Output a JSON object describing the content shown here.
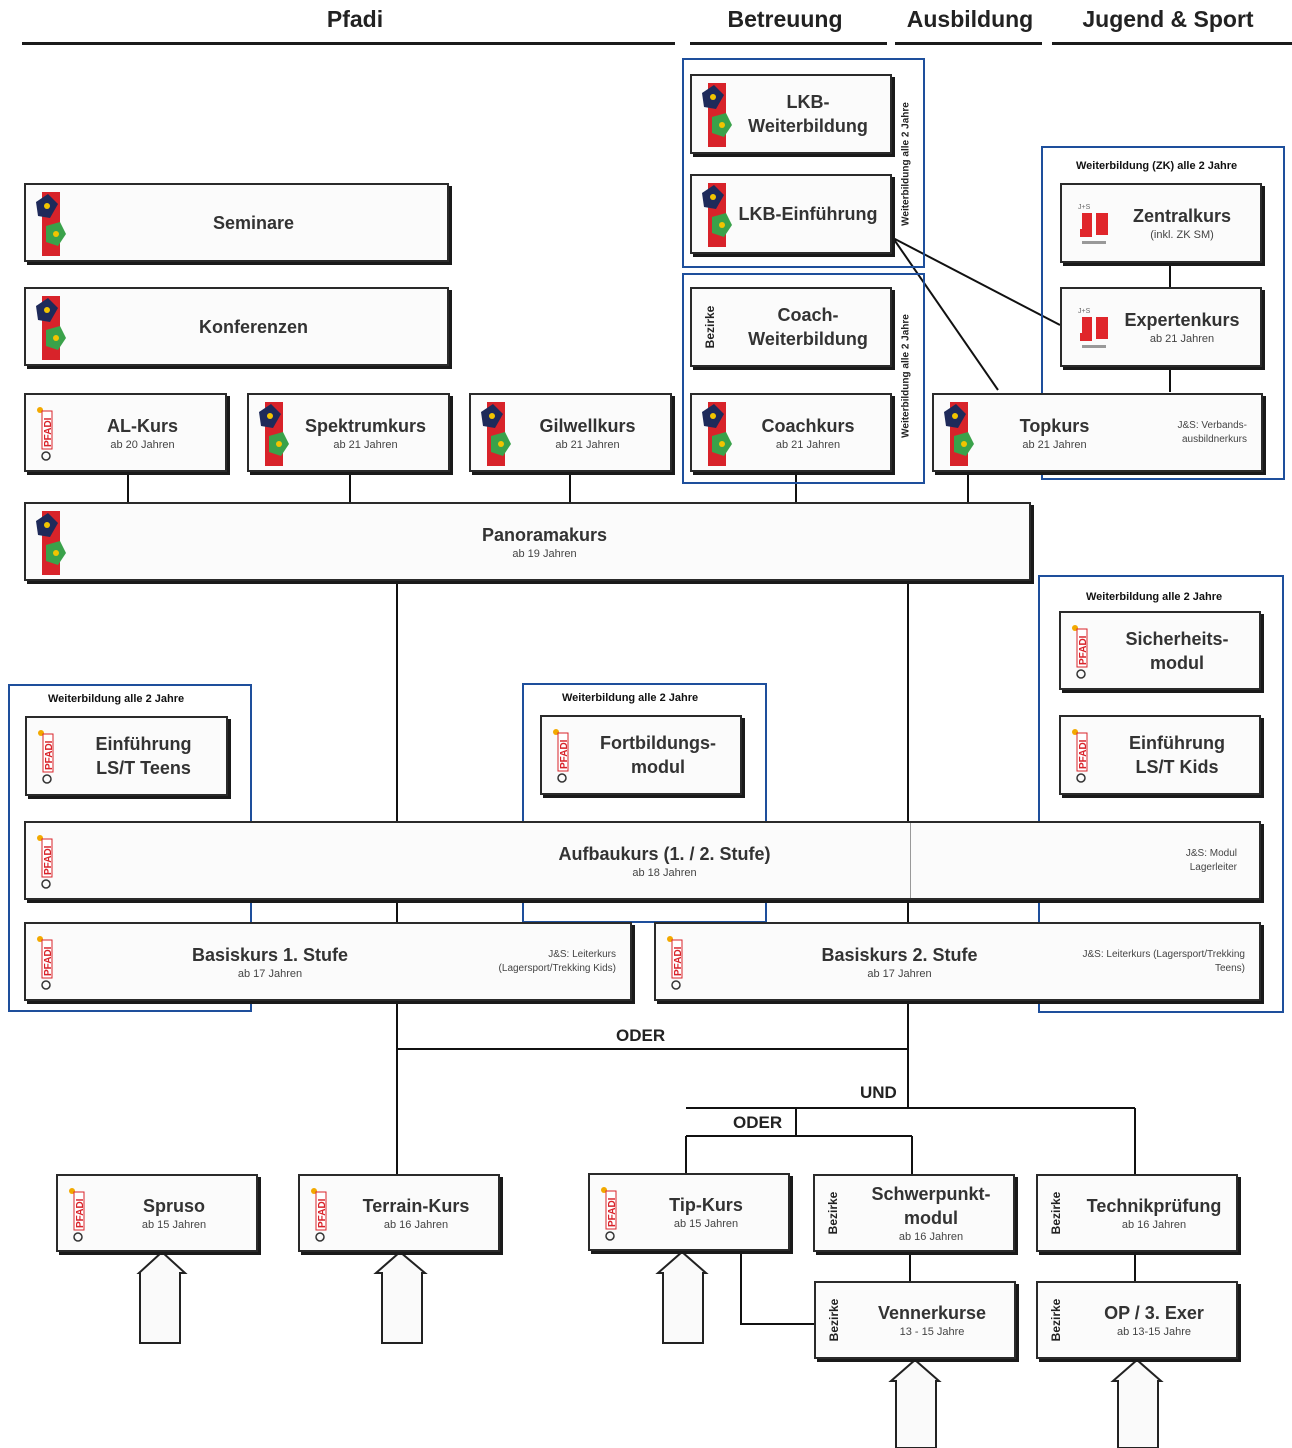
{
  "headers": {
    "pfadi": "Pfadi",
    "betreuung": "Betreuung",
    "ausbildung": "Ausbildung",
    "jugend_sport": "Jugend & Sport"
  },
  "groups": {
    "lkb_label": "Weiterbildung alle 2 Jahre",
    "coach_label": "Weiterbildung alle 2 Jahre",
    "zk_label": "Weiterbildung (ZK) alle 2 Jahre",
    "sicherheit_label": "Weiterbildung alle 2 Jahre",
    "teens_label": "Weiterbildung alle 2 Jahre",
    "fortbildung_label": "Weiterbildung alle 2 Jahre"
  },
  "courses": {
    "lkb_weiterbildung": {
      "title": "LKB-Weiterbildung"
    },
    "lkb_einfuehrung": {
      "title": "LKB-Einführung"
    },
    "seminare": {
      "title": "Seminare"
    },
    "konferenzen": {
      "title": "Konferenzen"
    },
    "zentralkurs": {
      "title": "Zentralkurs",
      "sub": "(inkl. ZK SM)"
    },
    "expertenkurs": {
      "title": "Expertenkurs",
      "sub": "ab 21 Jahren"
    },
    "coach_weiterbildung": {
      "title": "Coach-Weiterbildung",
      "tag": "Bezirke"
    },
    "al_kurs": {
      "title": "AL-Kurs",
      "sub": "ab 20 Jahren"
    },
    "spektrumkurs": {
      "title": "Spektrumkurs",
      "sub": "ab 21 Jahren"
    },
    "gilwellkurs": {
      "title": "Gilwellkurs",
      "sub": "ab 21 Jahren"
    },
    "coachkurs": {
      "title": "Coachkurs",
      "sub": "ab 21 Jahren"
    },
    "topkurs": {
      "title": "Topkurs",
      "sub": "ab 21 Jahren",
      "note": "J&S: Verbands-ausbildnerkurs"
    },
    "panoramakurs": {
      "title": "Panoramakurs",
      "sub": "ab 19 Jahren"
    },
    "sicherheitsmodul": {
      "title": "Sicherheits-modul"
    },
    "einfuehrung_teens": {
      "title": "Einführung LS/T Teens"
    },
    "fortbildungsmodul": {
      "title": "Fortbildungs-modul"
    },
    "einfuehrung_kids": {
      "title": "Einführung LS/T Kids"
    },
    "aufbaukurs": {
      "title": "Aufbaukurs (1. / 2. Stufe)",
      "sub": "ab 18 Jahren",
      "note": "J&S: Modul Lagerleiter"
    },
    "basiskurs1": {
      "title": "Basiskurs 1. Stufe",
      "sub": "ab 17 Jahren",
      "note": "J&S: Leiterkurs (Lagersport/Trekking Kids)"
    },
    "basiskurs2": {
      "title": "Basiskurs 2. Stufe",
      "sub": "ab 17 Jahren",
      "note": "J&S: Leiterkurs (Lagersport/Trekking Teens)"
    },
    "spruso": {
      "title": "Spruso",
      "sub": "ab 15 Jahren"
    },
    "terrain_kurs": {
      "title": "Terrain-Kurs",
      "sub": "ab 16 Jahren"
    },
    "tip_kurs": {
      "title": "Tip-Kurs",
      "sub": "ab 15 Jahren"
    },
    "schwerpunktmodul": {
      "title": "Schwerpunkt-modul",
      "sub": "ab 16 Jahren",
      "tag": "Bezirke"
    },
    "technikpruefung": {
      "title": "Technikprüfung",
      "sub": "ab 16 Jahren",
      "tag": "Bezirke"
    },
    "vennerkurse": {
      "title": "Vennerkurse",
      "sub": "13 - 15 Jahre",
      "tag": "Bezirke"
    },
    "op_exer": {
      "title": "OP / 3. Exer",
      "sub": "ab 13-15 Jahre",
      "tag": "Bezirke"
    }
  },
  "connectors": {
    "oder_main": "ODER",
    "und": "UND",
    "oder_sub": "ODER"
  },
  "colors": {
    "group_border": "#1e4f9c",
    "pfadi_red": "#d8232a",
    "js_red": "#e0262b"
  }
}
